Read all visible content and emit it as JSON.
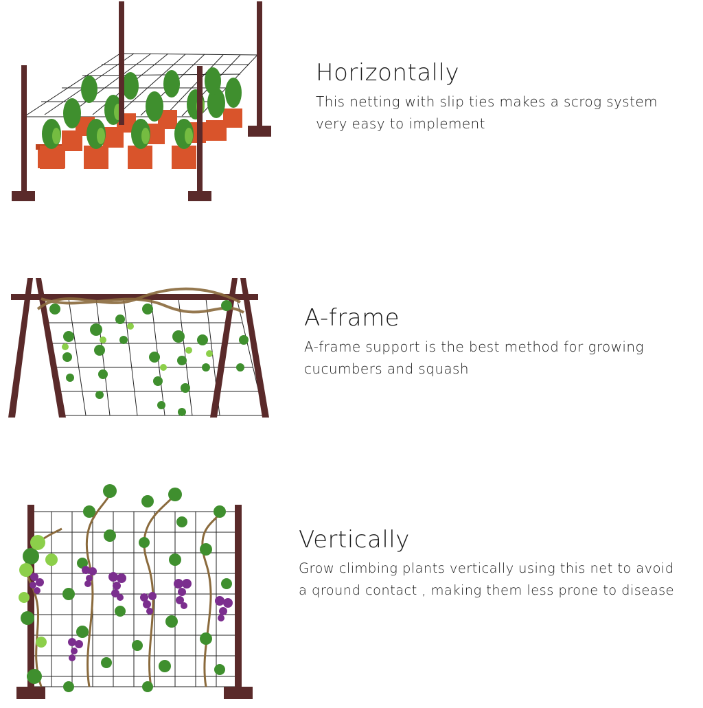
{
  "sections": [
    {
      "heading": "Horizontally",
      "lines": [
        "This netting with slip ties makes a scrog system",
        "very easy to implement"
      ]
    },
    {
      "heading": "A-frame",
      "lines": [
        "A-frame support is the best method for growing",
        "cucumbers and squash"
      ]
    },
    {
      "heading": "Vertically",
      "lines": [
        "Grow climbing plants vertically using this net to avoid",
        "a qround contact , making them less prone to disease"
      ]
    }
  ],
  "colors": {
    "post": "#5a2a2a",
    "net": "#222222",
    "pot": "#d9542b",
    "leaf": "#3f8f2e",
    "leaf_light": "#8ccf4a",
    "vine": "#8a6a3c",
    "grape": "#7b2e8e"
  },
  "icons": [
    "trellis-horizontal-illustration",
    "trellis-aframe-illustration",
    "trellis-vertical-illustration"
  ]
}
